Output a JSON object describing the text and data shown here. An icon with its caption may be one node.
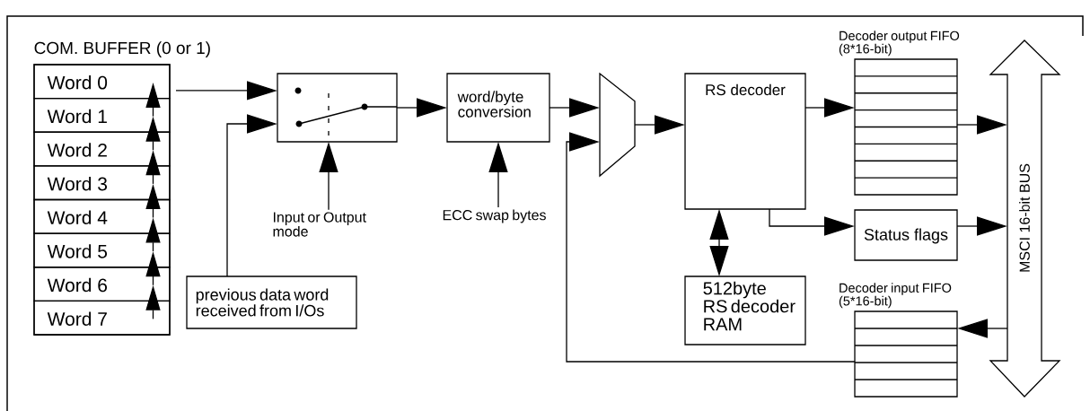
{
  "diagram": {
    "nodes": [
      {
        "text": [
          "COM. BUFFER (0 or 1)"
        ]
      },
      {
        "text": [
          "Word 0"
        ],
        "in": 0
      },
      {
        "text": [
          "Word 1"
        ],
        "in": 0
      },
      {
        "text": [
          "Word 2"
        ],
        "in": 0
      },
      {
        "text": [
          "Word 3"
        ],
        "in": 0
      },
      {
        "text": [
          "Word 4"
        ],
        "in": 0
      },
      {
        "text": [
          "Word 5"
        ],
        "in": 0
      },
      {
        "text": [
          "Word 6"
        ],
        "in": 0
      },
      {
        "text": [
          "Word 7"
        ],
        "in": 0
      },
      {
        "text": [],
        "shape": "box"
      },
      {
        "text": [
          "Input or Output mode"
        ]
      },
      {
        "text": [
          "previous data word received from I/Os"
        ]
      },
      {
        "text": [
          "word/byte conversion"
        ]
      },
      {
        "text": [
          "ECC swap bytes"
        ]
      },
      {
        "text": [],
        "shape": "trapezoid"
      },
      {
        "text": [
          "RS  decoder"
        ]
      },
      {
        "text": [
          "512byte RS decoder RAM"
        ]
      },
      {
        "text": [
          "Decoder output FIFO (8*16-bit)"
        ]
      },
      {
        "text": [
          "Status flags"
        ]
      },
      {
        "text": [
          "Decoder input FIFO (5*16-bit)"
        ]
      },
      {
        "text": [
          "MSCI 16-bit BUS"
        ]
      }
    ],
    "edges": [
      {
        "from": 2,
        "to": 1,
        "arrow": "to"
      },
      {
        "from": 3,
        "to": 2,
        "arrow": "to"
      },
      {
        "from": 4,
        "to": 3,
        "arrow": "to"
      },
      {
        "from": 5,
        "to": 4,
        "arrow": "to"
      },
      {
        "from": 6,
        "to": 5,
        "arrow": "to"
      },
      {
        "from": 7,
        "to": 6,
        "arrow": "to"
      },
      {
        "from": 8,
        "to": 7,
        "arrow": "to"
      },
      {
        "from": 1,
        "to": 9,
        "arrow": "to"
      },
      {
        "from": 11,
        "to": 9,
        "arrow": "to"
      },
      {
        "from": 10,
        "to": 9,
        "arrow": "to"
      },
      {
        "from": 9,
        "to": 12,
        "arrow": "to"
      },
      {
        "from": 13,
        "to": 12,
        "arrow": "to"
      },
      {
        "from": 12,
        "to": 14,
        "arrow": "to"
      },
      {
        "from": 14,
        "to": 15,
        "arrow": "to"
      },
      {
        "from": 19,
        "to": 14,
        "arrow": "to"
      },
      {
        "from": 15,
        "to": 16,
        "arrow": "both"
      },
      {
        "from": 15,
        "to": 17,
        "arrow": "to"
      },
      {
        "from": 15,
        "to": 18,
        "arrow": "to"
      },
      {
        "from": 17,
        "to": 20,
        "arrow": "to"
      },
      {
        "from": 18,
        "to": 20,
        "arrow": "to"
      },
      {
        "from": 20,
        "to": 19,
        "arrow": "to"
      }
    ]
  }
}
